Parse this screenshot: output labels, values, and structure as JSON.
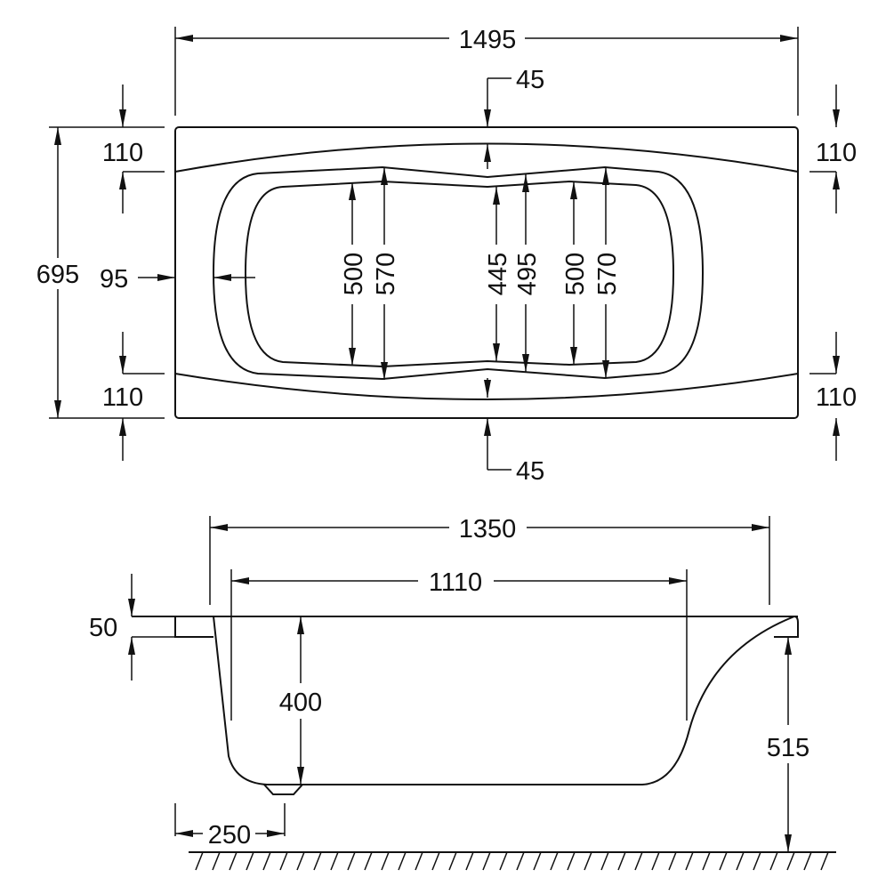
{
  "top_view": {
    "overall_length": "1495",
    "overall_width": "695",
    "rim_top": "45",
    "rim_bottom": "45",
    "end_rim_left_top": "110",
    "end_rim_left_bottom": "110",
    "end_rim_right_top": "110",
    "end_rim_right_bottom": "110",
    "end_wall": "95",
    "inner_width_left_500": "500",
    "inner_width_left_570": "570",
    "inner_width_mid_445": "445",
    "inner_width_mid_495": "495",
    "inner_width_right_500": "500",
    "inner_width_right_570": "570"
  },
  "side_view": {
    "top_length": "1350",
    "bottom_length": "1110",
    "rim_thickness": "50",
    "depth": "400",
    "height": "515",
    "foot_offset": "250"
  }
}
